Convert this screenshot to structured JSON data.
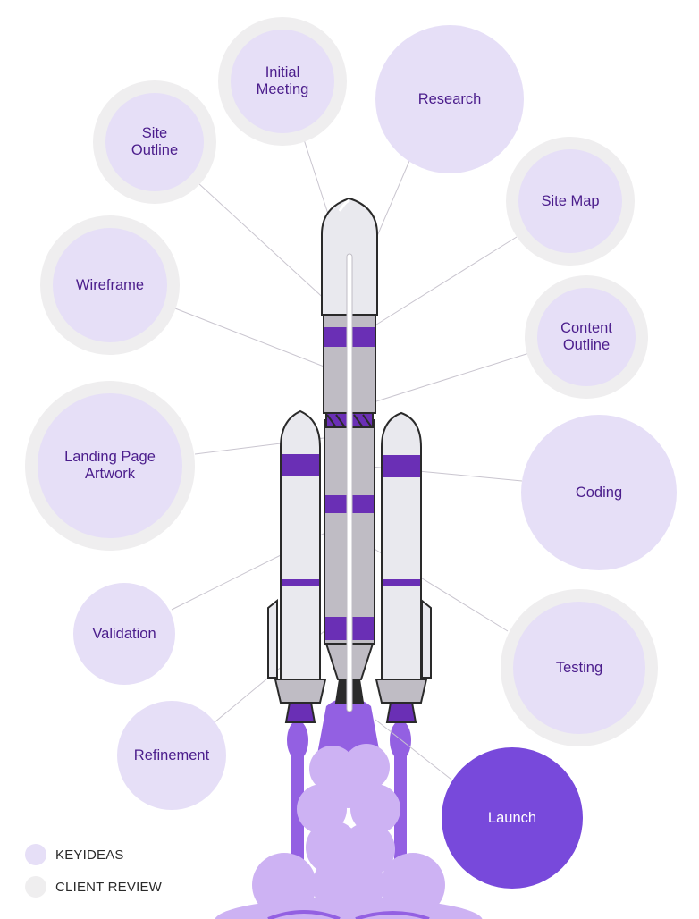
{
  "nodes": [
    {
      "id": "initial-meeting",
      "label": "Initial\nMeeting",
      "kind": "review"
    },
    {
      "id": "research",
      "label": "Research",
      "kind": "key"
    },
    {
      "id": "site-outline",
      "label": "Site\nOutline",
      "kind": "review"
    },
    {
      "id": "site-map",
      "label": "Site Map",
      "kind": "review"
    },
    {
      "id": "wireframe",
      "label": "Wireframe",
      "kind": "review"
    },
    {
      "id": "content-outline",
      "label": "Content\nOutline",
      "kind": "review"
    },
    {
      "id": "landing-page-artwork",
      "label": "Landing Page\nArtwork",
      "kind": "review"
    },
    {
      "id": "coding",
      "label": "Coding",
      "kind": "key"
    },
    {
      "id": "validation",
      "label": "Validation",
      "kind": "key"
    },
    {
      "id": "testing",
      "label": "Testing",
      "kind": "review"
    },
    {
      "id": "refinement",
      "label": "Refinement",
      "kind": "key"
    },
    {
      "id": "launch",
      "label": "Launch",
      "kind": "launch"
    }
  ],
  "legend": [
    {
      "label": "KEYIDEAS",
      "color": "#e6dff7"
    },
    {
      "label": "CLIENT REVIEW",
      "color": "#efeeef"
    }
  ],
  "colors": {
    "key_fill": "#e6dff7",
    "review_ring": "#efeeef",
    "launch_fill": "#7849db",
    "label_text": "#4b1d8c",
    "rocket_purple": "#6a2fb5",
    "flame_light": "#cdb2f3",
    "flame_dark": "#9360e2"
  }
}
